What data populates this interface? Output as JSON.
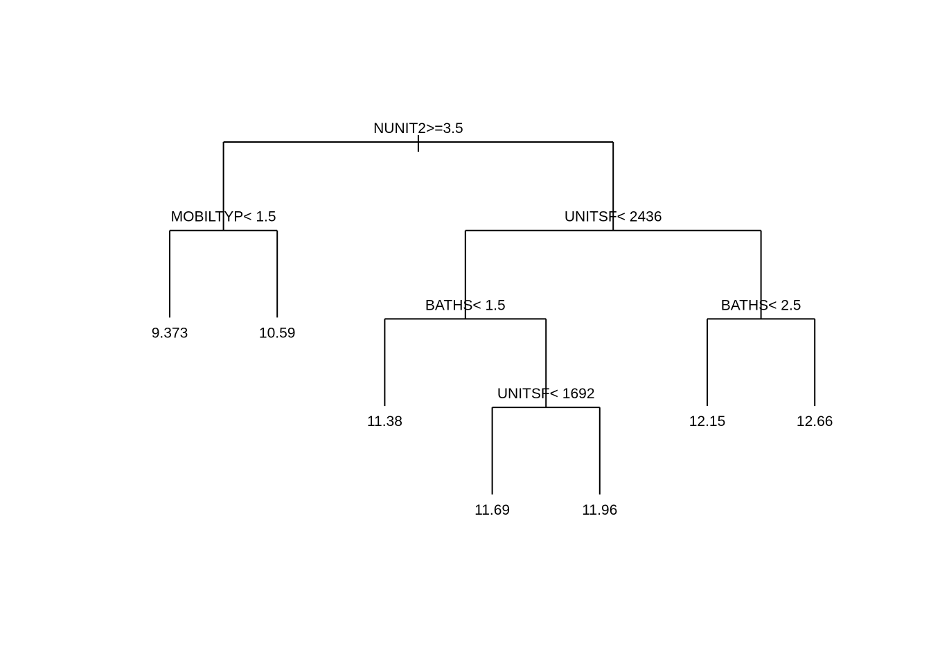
{
  "diagram": {
    "type": "decision-tree",
    "description": "R rpart regression tree plot on white background",
    "colors": {
      "line": "#000000",
      "text": "#000000",
      "background": "#ffffff"
    },
    "tree": {
      "label": "NUNIT2>=3.5",
      "children": [
        {
          "label": "MOBILTYP< 1.5",
          "children": [
            {
              "label": "9.373"
            },
            {
              "label": "10.59"
            }
          ]
        },
        {
          "label": "UNITSF< 2436",
          "children": [
            {
              "label": "BATHS< 1.5",
              "children": [
                {
                  "label": "11.38"
                },
                {
                  "label": "UNITSF< 1692",
                  "children": [
                    {
                      "label": "11.69"
                    },
                    {
                      "label": "11.96"
                    }
                  ]
                }
              ]
            },
            {
              "label": "BATHS< 2.5",
              "children": [
                {
                  "label": "12.15"
                },
                {
                  "label": "12.66"
                }
              ]
            }
          ]
        }
      ]
    },
    "splits": [
      "NUNIT2>=3.5",
      "MOBILTYP< 1.5",
      "UNITSF< 2436",
      "BATHS< 1.5",
      "UNITSF< 1692",
      "BATHS< 2.5"
    ],
    "leaf_values": [
      9.373,
      10.59,
      11.38,
      11.69,
      11.96,
      12.15,
      12.66
    ]
  }
}
